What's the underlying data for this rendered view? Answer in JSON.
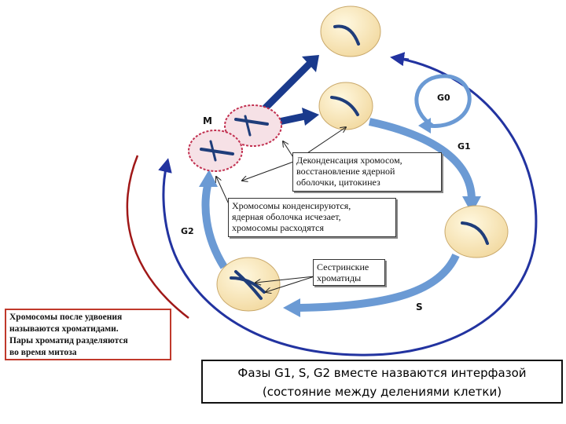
{
  "phases": {
    "m": "M",
    "g0": "G0",
    "g1": "G1",
    "g2": "G2",
    "s": "S"
  },
  "callouts": {
    "decondensation": [
      "Деконденсация хромосом,",
      "восстановление ядерной",
      "оболочки, цитокинез"
    ],
    "condensation": [
      "Хромосомы конденсируются,",
      "ядерная оболочка исчезает,",
      "хромосомы расходятся"
    ],
    "sister": [
      "Сестринские",
      "хроматиды"
    ],
    "chromatids": [
      "Хромосомы после удвоения",
      "называются хроматидами.",
      "Пары хроматид разделяются",
      "во время митоза"
    ]
  },
  "summary": [
    "Фазы G1, S, G2 вместе назваются интерфазой",
    "(состояние между делениями клетки)"
  ],
  "colors": {
    "cycle_arrow": "#6b9ad4",
    "cell_fill": "#fbeac3",
    "outer_arc": "#2233a0",
    "red_arc": "#a01818",
    "mitosis_arrow": "#1a3a8c",
    "chromosome": "#1f3d7a"
  }
}
